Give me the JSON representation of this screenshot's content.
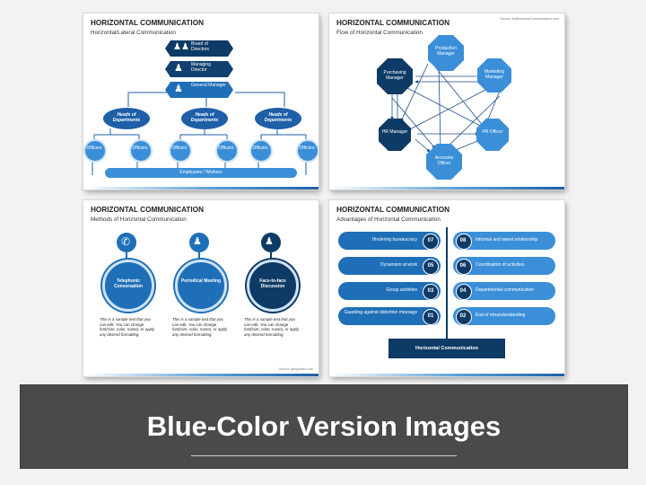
{
  "slides": {
    "org": {
      "title": "HORIZONTAL COMMUNICATION",
      "subtitle": "Horizontal/Lateral Communication",
      "board": "Board of Directors",
      "managing": "Managing Director",
      "general": "General Manager",
      "heads": [
        "Heads of Departments",
        "Heads of Departments",
        "Heads of Departments"
      ],
      "officer": "Officers",
      "employees": "Employees / Workers"
    },
    "flow": {
      "title": "HORIZONTAL COMMUNICATION",
      "subtitle": "Flow of Horizontal Communication",
      "source": "Source: theBusinessCommunication.com",
      "nodes": {
        "production": "Production Manager",
        "marketing": "Marketing Manager",
        "pr": "PR Officer",
        "accounts": "Accounts Officer",
        "hr": "HR Manager",
        "purchasing": "Purchasing Manager"
      }
    },
    "methods": {
      "title": "HORIZONTAL COMMUNICATION",
      "subtitle": "Methods of Horizontal Communication",
      "source": "Source: getuplearn.com",
      "items": [
        {
          "label": "Telephonic Conversation",
          "icon": "phone-icon"
        },
        {
          "label": "Periodical Meeting",
          "icon": "meeting-icon"
        },
        {
          "label": "Face-to-face Discussion",
          "icon": "discussion-icon"
        }
      ],
      "sample": "This is a sample text that you can edit. You can change font(size, color, name), or apply any desired formatting."
    },
    "advantages": {
      "title": "HORIZONTAL COMMUNICATION",
      "subtitle": "Advantages of Horizontal Communication",
      "left": [
        {
          "label": "Hindering bureaucracy",
          "num": "07"
        },
        {
          "label": "Dynamism at work",
          "num": "05"
        },
        {
          "label": "Group activities",
          "num": "03"
        },
        {
          "label": "Guarding against distortion message",
          "num": "01"
        }
      ],
      "right": [
        {
          "label": "Informal and sweet relationship",
          "num": "08"
        },
        {
          "label": "Coordination of activities",
          "num": "06"
        },
        {
          "label": "Departmental communication",
          "num": "04"
        },
        {
          "label": "End of misunderstanding",
          "num": "02"
        }
      ],
      "footer": "Horizontal Communication"
    }
  },
  "banner": {
    "title": "Blue-Color Version Images"
  },
  "colors": {
    "navy": "#0e3a66",
    "blue": "#1f6fb8",
    "sky": "#3b8fd8",
    "banner": "#4a4a4a"
  }
}
